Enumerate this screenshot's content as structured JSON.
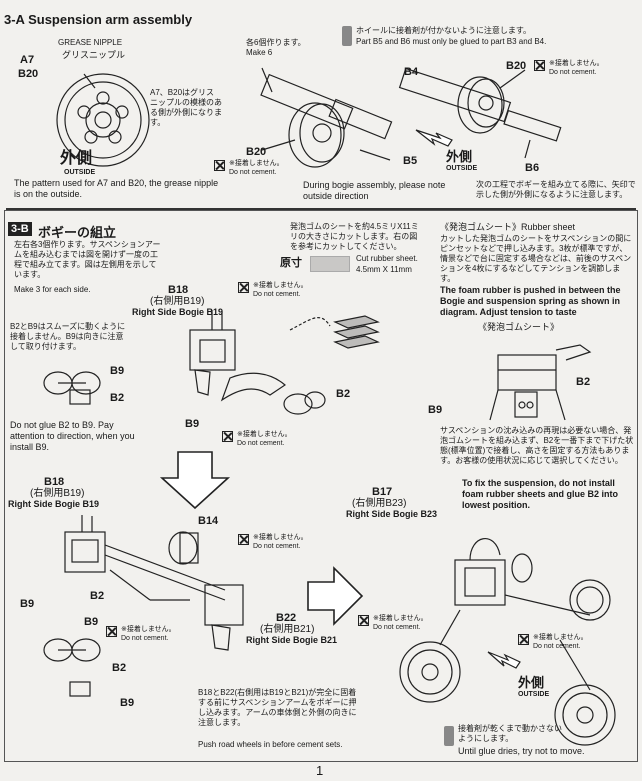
{
  "section_a": {
    "title": "3-A Suspension arm assembly",
    "grease_en": "GREASE NIPPLE",
    "grease_jp": "グリスニップル",
    "part_a7": "A7",
    "part_b20": "B20",
    "note_jp": "A7、B20はグリスニップルの模様のある側が外側になります。",
    "outside_jp": "外側",
    "outside_en": "OUTSIDE",
    "pattern_note": "The pattern used for A7 and B20, the grease nipple is on the outside.",
    "make6_jp": "各6個作ります。",
    "make6_en": "Make 6",
    "b20_label": "B20",
    "b5_label": "B5",
    "nocem_jp": "※接着しません。",
    "nocem_en": "Do not cement.",
    "glue_jp": "ホイールに接着剤が付かないように注意します。",
    "glue_en": "Part B5 and B6 must only be glued to part B3 and B4.",
    "b4_label": "B4",
    "b20_label2": "B20",
    "b6_label": "B6",
    "bogie_note": "During bogie assembly, please note outside direction",
    "next_note_jp": "次の工程でボギーを組み立てる際に、矢印で示した側が外側になるように注意します。"
  },
  "section_b": {
    "badge": "3-B",
    "title_jp": "ボギーの組立",
    "intro_jp": "左右各3個作ります。サスペンションアームを組み込むまでは図を開けず一度の工程で組み立てます。図は左側用を示しています。",
    "make3_en": "Make 3 for each side.",
    "rubber_jp": "発泡ゴムのシートを約4.5ミリX11ミリの大きさにカットします。右の図を参考にカットしてください。",
    "actual_jp": "原寸",
    "cut_en": "Cut rubber sheet.",
    "cut_size": "4.5mm X 11mm",
    "rubber_head": "《発泡ゴムシート》Rubber sheet",
    "rubber_body_jp": "カットした発泡ゴムのシートをサスペンションの間にピンセットなどで押し込みます。3枚が標準ですが、情景などで台に固定する場合などは、前後のサスペンションを4枚にするなどしてテンションを調節します。",
    "foam_en": "The foam rubber is pushed in between the Bogie and suspension spring as shown in diagram. Adjust tension to taste",
    "rubber_sub": "《発泡ゴムシート》",
    "b18": "B18",
    "right_b19_jp": "(右側用B19)",
    "right_b19_en": "Right Side Bogie B19",
    "b2b9_jp": "B2とB9はスムーズに動くように接着しません。B9は向きに注意して取り付けます。",
    "b9": "B9",
    "b2": "B2",
    "dont_glue": "Do not glue B2 to B9. Pay attention to direction, when you install B9.",
    "fix_jp": "サスペンションの沈み込みの再現は必要ない場合、発泡ゴムシートを組み込まず、B2を一番下まで下げた状態(標準位置)で接着し、高さを固定する方法もあります。お客様の使用状況に応じて選択してください。",
    "fix_en": "To fix the suspension, do not install foam rubber sheets and glue B2 into lowest position.",
    "b14": "B14",
    "b22": "B22",
    "right_b21_jp": "(右側用B21)",
    "right_b21_en": "Right Side Bogie B21",
    "b17": "B17",
    "right_b23_jp": "(右側用B23)",
    "right_b23_en": "Right Side Bogie B23",
    "push_jp": "B18とB22(右側用はB19とB21)が完全に固着する前にサスペンションアームをボギーに押し込みます。アームの車体側と外側の向きに注意します。",
    "push_en": "Push road wheels in before cement sets.",
    "dry_jp": "接着剤が乾くまで動かさないようにします。",
    "dry_en": "Until glue dries, try not to move.",
    "outside_jp": "外側",
    "outside_en": "OUTSIDE"
  },
  "page_number": "1"
}
